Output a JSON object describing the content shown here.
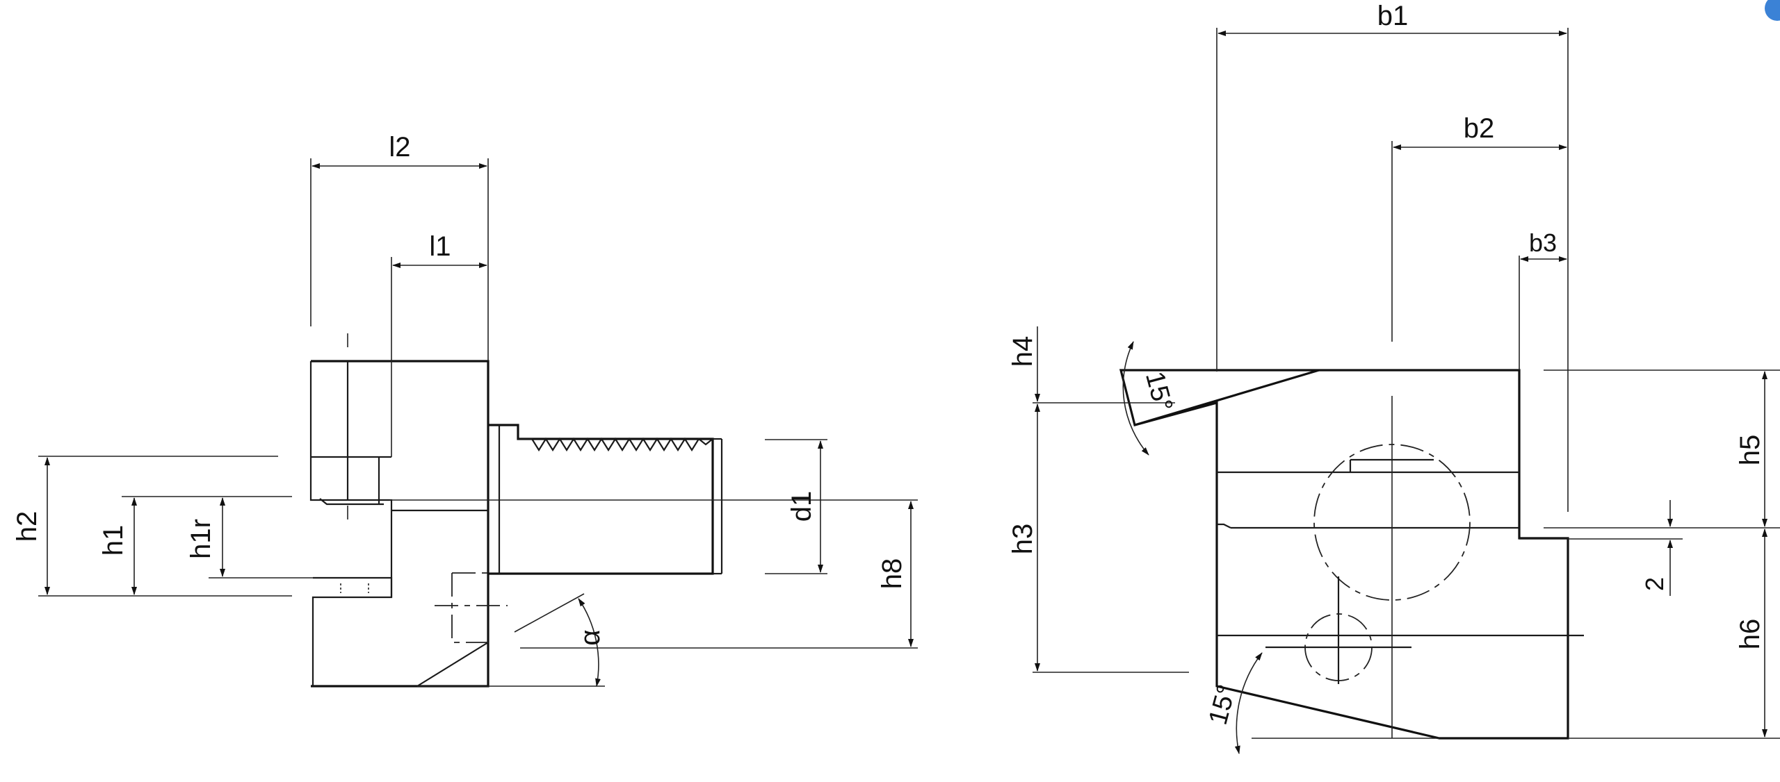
{
  "labels": {
    "l2": "l2",
    "l1": "l1",
    "h2": "h2",
    "h1": "h1",
    "h1r": "h1r",
    "d1": "d1",
    "h8": "h8",
    "alpha": "α",
    "b1": "b1",
    "b2": "b2",
    "b3": "b3",
    "h4": "h4",
    "h3": "h3",
    "h5": "h5",
    "h6": "h6",
    "two": "2",
    "angle_top": "15°",
    "angle_bottom": "15°"
  },
  "colors": {
    "line": "#1a1a1a",
    "background": "#ffffff",
    "badge": "#3b82d6"
  }
}
